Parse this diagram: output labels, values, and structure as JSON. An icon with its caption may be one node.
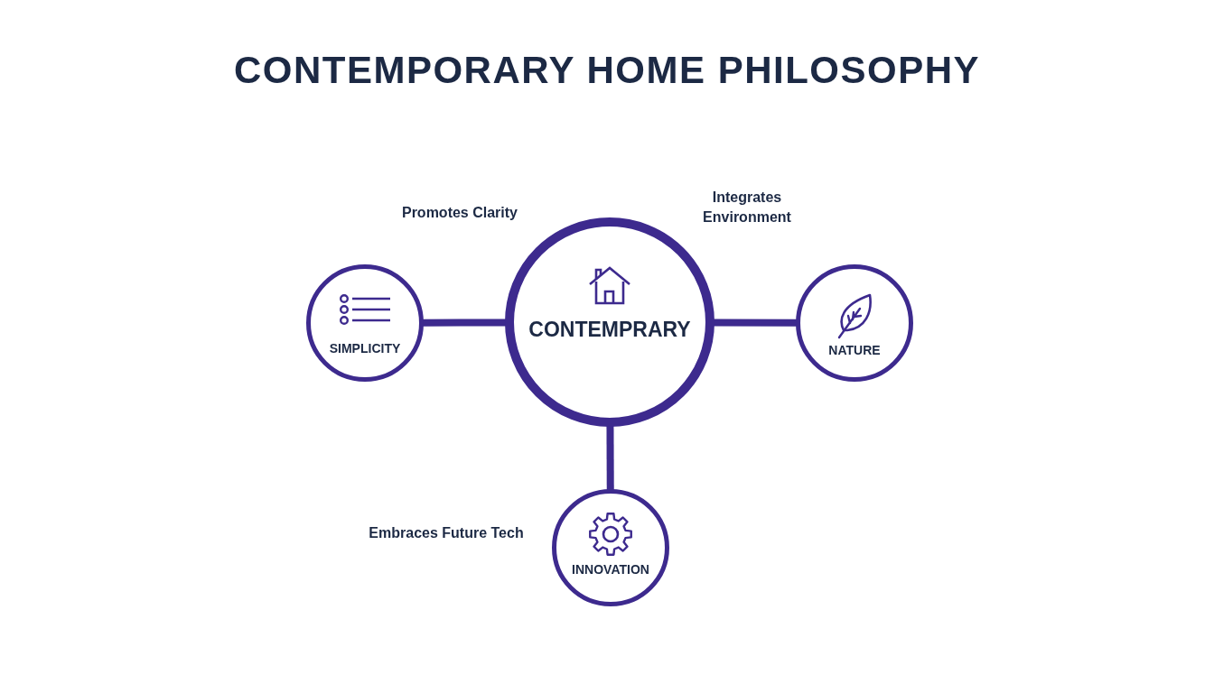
{
  "diagram": {
    "title": "CONTEMPORARY HOME PHILOSOPHY",
    "nodes": [
      {
        "text": [
          "CONTEMPRARY"
        ]
      },
      {
        "text": [
          "SIMPLICITY"
        ]
      },
      {
        "text": [
          "NATURE"
        ]
      },
      {
        "text": [
          "INNOVATION"
        ]
      }
    ],
    "edges": [
      {
        "from": 0,
        "to": 1,
        "arrow": "none"
      },
      {
        "from": 0,
        "to": 2,
        "arrow": "none"
      },
      {
        "from": 0,
        "to": 3,
        "arrow": "none"
      }
    ],
    "labels": [
      "Promotes Clarity",
      "Integrates Environment",
      "Embraces Future Tech"
    ]
  }
}
